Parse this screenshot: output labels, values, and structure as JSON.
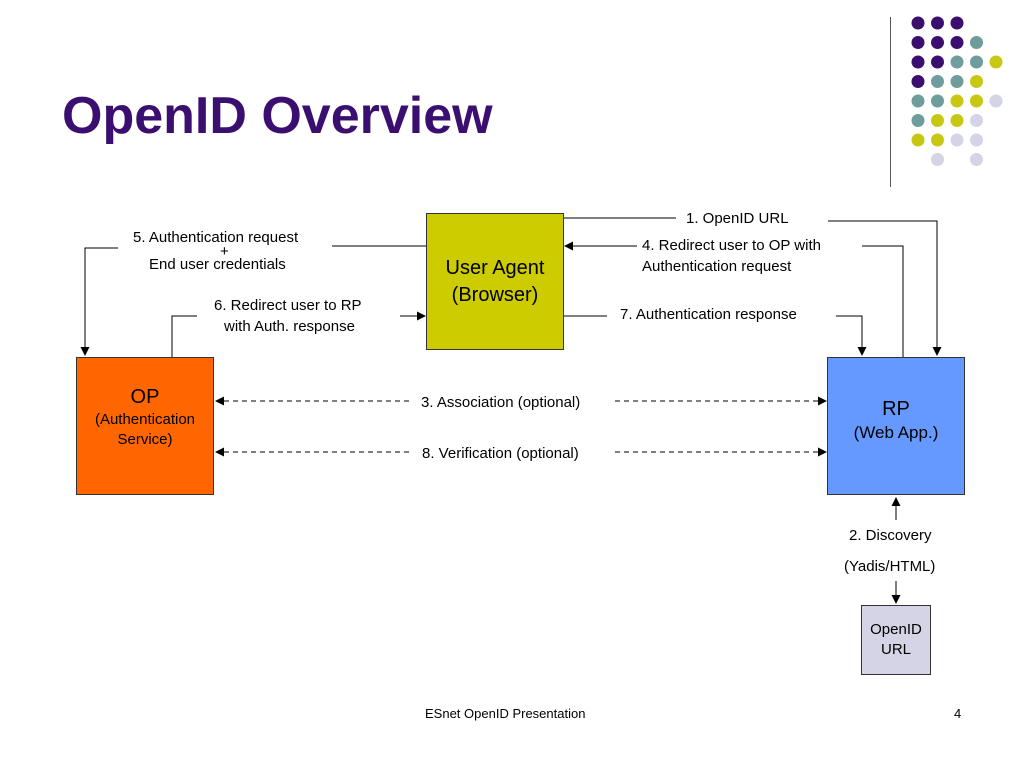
{
  "slide": {
    "title": "OpenID Overview",
    "footer_text": "ESnet OpenID Presentation",
    "page_number": "4"
  },
  "colors": {
    "title": "#3b0f6f",
    "dot_purple": "#3b0f6f",
    "dot_teal": "#6f9c9c",
    "dot_yellow": "#c8c814",
    "dot_lavender": "#d4d4e6",
    "user_agent": "#cccc00",
    "op": "#ff6600",
    "rp": "#6699ff",
    "openid_url": "#d4d4e6"
  },
  "nodes": {
    "user_agent": {
      "line1": "User Agent",
      "line2": "(Browser)"
    },
    "op": {
      "line1": "OP",
      "line2": "(Authentication",
      "line3": "Service)"
    },
    "rp": {
      "line1": "RP",
      "line2": "(Web App.)"
    },
    "openid_url": {
      "line1": "OpenID",
      "line2": "URL"
    }
  },
  "edges": {
    "e1": "1. OpenID URL",
    "e2a": "2. Discovery",
    "e2b": "(Yadis/HTML)",
    "e3": "3. Association (optional)",
    "e4a": "4. Redirect user to OP with",
    "e4b": "Authentication request",
    "e5a": "5. Authentication request",
    "e5plus": "+",
    "e5b": "End user credentials",
    "e6a": "6. Redirect user to RP",
    "e6b": "with Auth. response",
    "e7": "7. Authentication response",
    "e8": "8. Verification (optional)"
  }
}
